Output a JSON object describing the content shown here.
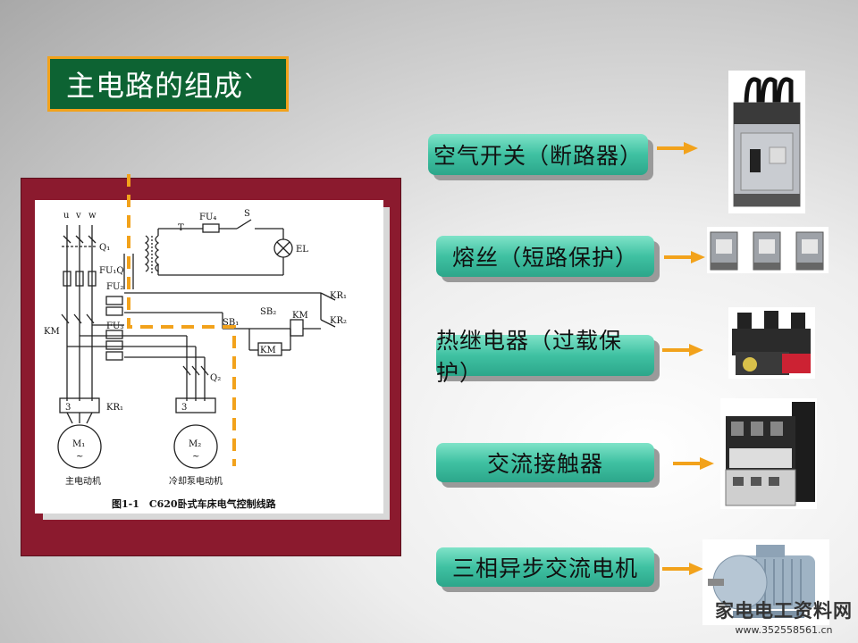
{
  "title": "主电路的组成`",
  "diagram": {
    "caption": "图1-1　C620卧式车床电气控制线路",
    "motor1_label": "主电动机",
    "motor2_label": "冷却泵电动机",
    "labels": {
      "u": "u",
      "v": "v",
      "w": "w",
      "q1": "Q₁",
      "q2": "Q₂",
      "fu1": "FU₁",
      "fu2": "FU₂",
      "fu3": "FU₃",
      "fu4": "FU₄",
      "fu_q": "FU₁Q",
      "t": "T",
      "s": "S",
      "el": "EL",
      "km": "KM",
      "km2": "KM",
      "km3": "KM",
      "kr1": "KR₁",
      "kr2": "KR₂",
      "sb1": "SB₁",
      "sb2": "SB₂",
      "m1": "M₁",
      "m2": "M₂",
      "tilde": "~",
      "three": "3"
    }
  },
  "components": [
    {
      "label": "空气开关（断路器）"
    },
    {
      "label": "熔丝（短路保护）"
    },
    {
      "label": "热继电器（过载保护）"
    },
    {
      "label": "交流接触器"
    },
    {
      "label": "三相异步交流电机"
    }
  ],
  "watermark": {
    "text": "家电电工资料网",
    "url": "www.352558561.cn"
  },
  "colors": {
    "title_bg": "#0d6333",
    "title_border": "#f2a21b",
    "frame": "#8b1a2e",
    "item": "#3fc1a2",
    "arrow": "#f2a21b"
  }
}
